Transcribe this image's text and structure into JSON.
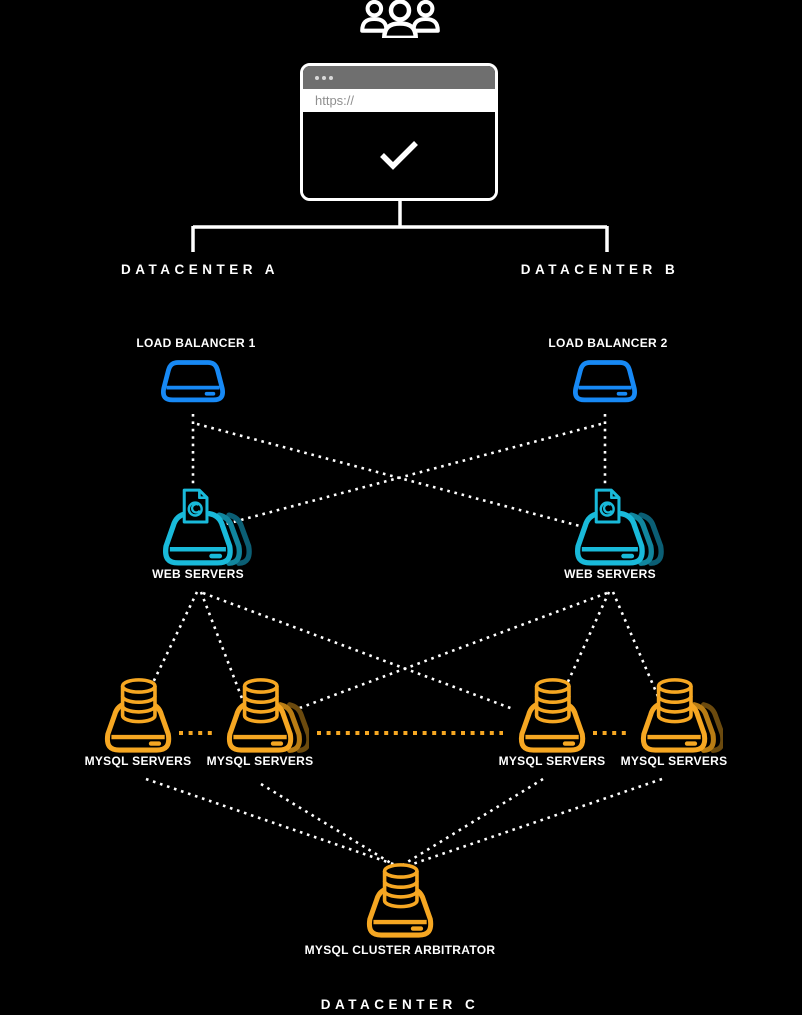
{
  "title": "High availability web architecture diagram",
  "colors": {
    "background": "#000000",
    "line_white": "#ffffff",
    "load_balancer_blue": "#1789f5",
    "web_server_cyan": "#19bada",
    "mysql_orange": "#f6a722",
    "browser_bar_gray": "#6f6f6f"
  },
  "users": {
    "icon": "users-group-icon"
  },
  "browser": {
    "url": "https://",
    "status_icon": "checkmark-icon"
  },
  "datacenters": {
    "a": "DATACENTER A",
    "b": "DATACENTER B",
    "c": "DATACENTER C"
  },
  "nodes": {
    "lb1": "LOAD BALANCER 1",
    "lb2": "LOAD BALANCER 2",
    "ws1": "WEB SERVERS",
    "ws2": "WEB SERVERS",
    "mysql1": "MYSQL SERVERS",
    "mysql2": "MYSQL SERVERS",
    "mysql3": "MYSQL SERVERS",
    "mysql4": "MYSQL SERVERS",
    "arbitrator": "MYSQL CLUSTER ARBITRATOR"
  }
}
